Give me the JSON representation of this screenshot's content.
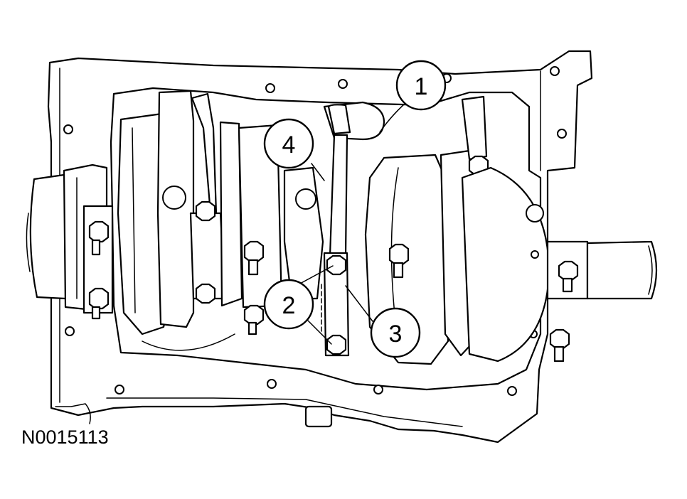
{
  "figure": {
    "id_label": "N0015113",
    "callouts": [
      {
        "label": "1"
      },
      {
        "label": "2"
      },
      {
        "label": "3"
      },
      {
        "label": "4"
      }
    ]
  }
}
